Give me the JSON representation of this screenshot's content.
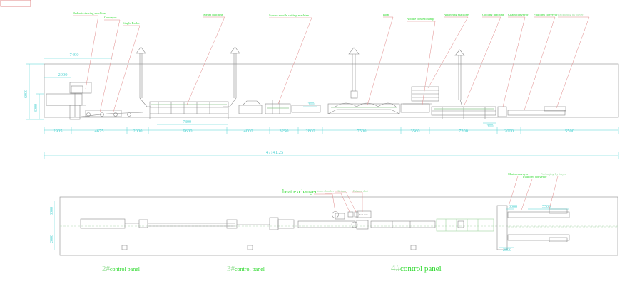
{
  "elevation_view": {
    "callouts": [
      {
        "label": "Bed mix-tearing machine",
        "color": "#2bd92b"
      },
      {
        "label": "Conveyor",
        "color": "#2bd92b"
      },
      {
        "label": "Single Roller",
        "color": "#2bd92b"
      },
      {
        "label": "Steam machine",
        "color": "#2bd92b"
      },
      {
        "label": "Square noodle cutting machine",
        "color": "#2bd92b"
      },
      {
        "label": "Boat",
        "color": "#2bd92b"
      },
      {
        "label": "Noodle box exchange",
        "color": "#2bd92b"
      },
      {
        "label": "Arranging machine",
        "color": "#2bd92b"
      },
      {
        "label": "Cooling machine",
        "color": "#2bd92b"
      },
      {
        "label": "Chain conveyor",
        "color": "#2bd92b"
      },
      {
        "label": "Platform conveyor",
        "color": "#2bd92b"
      },
      {
        "label": "Packaging by buyer",
        "color": "#9be09b"
      }
    ],
    "heights": [
      "6000",
      "3000"
    ],
    "upper_dims": [
      "7490",
      "2900",
      "7800",
      "300",
      "300"
    ],
    "segments": [
      "2905",
      "4675",
      "2000",
      "9600",
      "4000",
      "3250",
      "2800",
      "7500",
      "3560",
      "7200",
      "2000",
      "5500"
    ],
    "total_length": "47141.25"
  },
  "plan_view": {
    "heat_exchanger": "heat exchanger",
    "small_labels": [
      "steam chamber",
      "Oil tank",
      "Exhaust duct",
      "Fuel tank"
    ],
    "right_callouts": [
      "Chain conveyor",
      "Platform conveyor",
      "Packaging by buyer"
    ],
    "left_dims": [
      "3000",
      "2000"
    ],
    "right_dims": [
      "3000",
      "5500",
      "2000"
    ],
    "control_panels": [
      {
        "num": "2#",
        "text": "control panel"
      },
      {
        "num": "3#",
        "text": "control panel"
      },
      {
        "num": "4#",
        "text": "control panel"
      }
    ]
  },
  "colors": {
    "line": "#8a8a8a",
    "dim": "#4fd3d3",
    "leader": "#e08a8a",
    "green": "#2bd92b",
    "light_green": "#9be09b"
  }
}
